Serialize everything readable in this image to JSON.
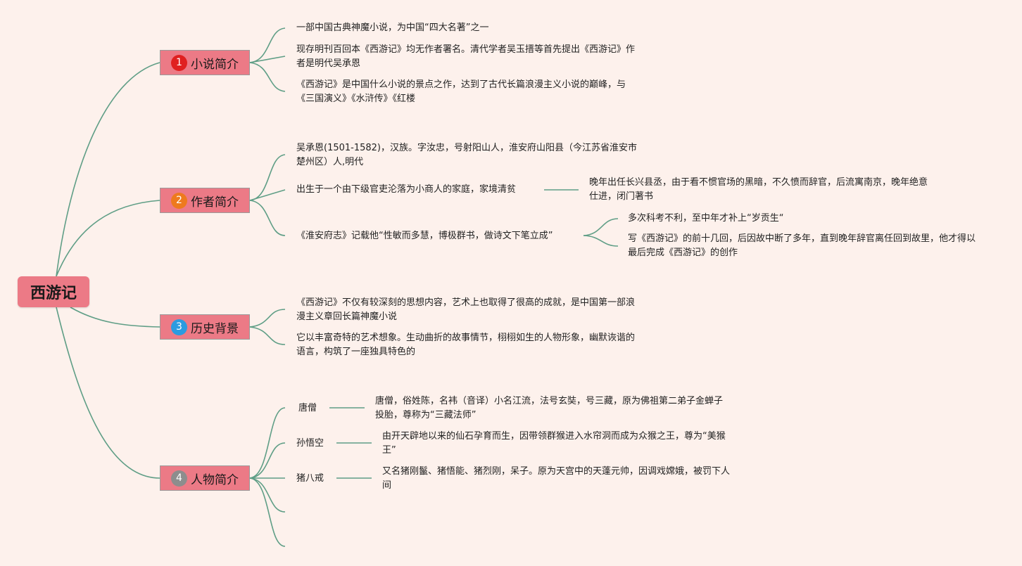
{
  "root": {
    "label": "西游记"
  },
  "branches": [
    {
      "label": "小说简介",
      "number": "1",
      "badge_color": "#e02020",
      "items": [
        "一部中国古典神魔小说，为中国“四大名著”之一",
        "现存明刊百回本《西游记》均无作者署名。清代学者吴玉搢等首先提出《西游记》作者是明代吴承恩",
        "《西游记》是中国什么小说的景点之作，达到了古代长篇浪漫主义小说的巅峰，与《三国演义》《水浒传》《红楼"
      ]
    },
    {
      "label": "作者简介",
      "number": "2",
      "badge_color": "#ee7a1e",
      "items": [
        "吴承恩(1501-1582)，汉族。字汝忠，号射阳山人，淮安府山阳县（今江苏省淮安市楚州区）人,明代",
        "出生于一个由下级官吏沦落为小商人的家庭，家境清贫",
        "《淮安府志》记载他“性敏而多慧，博极群书，做诗文下笔立成”"
      ],
      "sub_items": [
        "晚年出任长兴县丞，由于看不惯官场的黑暗，不久愤而辞官，后流寓南京，晚年绝意仕进，闭门著书",
        "多次科考不利，至中年才补上“岁贡生“",
        "写《西游记》的前十几回，后因故中断了多年，直到晚年辞官离任回到故里，他才得以最后完成《西游记》的创作"
      ]
    },
    {
      "label": "历史背景",
      "number": "3",
      "badge_color": "#2b9be0",
      "items": [
        "《西游记》不仅有较深刻的思想内容，艺术上也取得了很高的成就，是中国第一部浪漫主义章回长篇神魔小说",
        "它以丰富奇特的艺术想象。生动曲折的故事情节，栩栩如生的人物形象，幽默诙谐的语言，构筑了一座独具特色的"
      ]
    },
    {
      "label": "人物简介",
      "number": "4",
      "badge_color": "#8d8d8d",
      "characters": [
        {
          "name": "唐僧",
          "desc": "唐僧，俗姓陈，名袆（音译）小名江流，法号玄奘，号三藏，原为佛祖第二弟子金蝉子投胎，尊称为“三藏法师”"
        },
        {
          "name": "孙悟空",
          "desc": "由开天辟地以来的仙石孕育而生，因带领群猴进入水帘洞而成为众猴之王，尊为“美猴王”"
        },
        {
          "name": "猪八戒",
          "desc": "又名猪刚鬣、猪悟能、猪烈刚，呆子。原为天宫中的天蓬元帅，因调戏嫦娥，被罚下人间"
        }
      ]
    }
  ],
  "colors": {
    "line": "#5f9e86",
    "node_fill": "#ec7a86",
    "background": "#fdf1ec"
  }
}
